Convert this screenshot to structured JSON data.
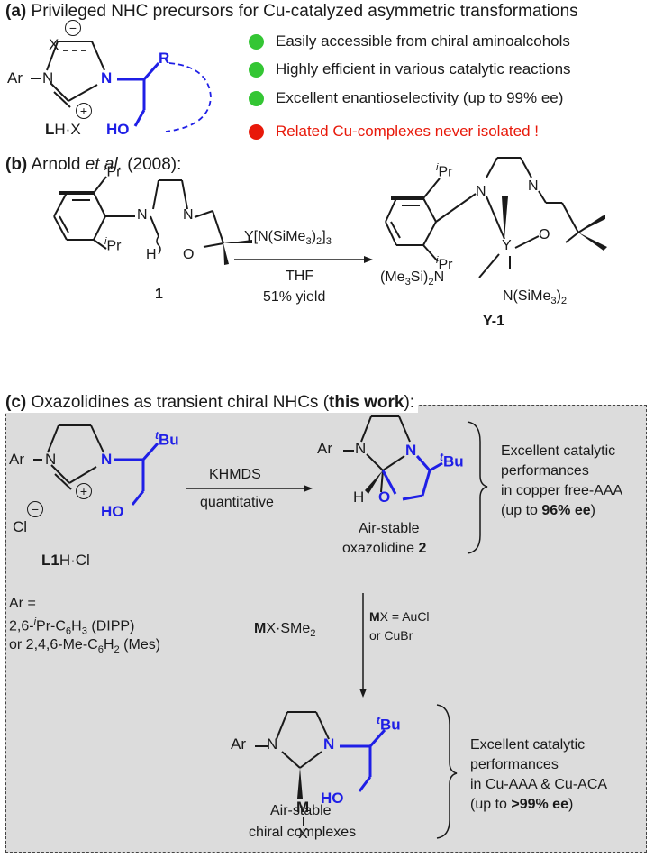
{
  "panel_a": {
    "header_letter": "(a)",
    "header_text": "Privileged NHC precursors for Cu-catalyzed asymmetric transformations",
    "anion": "X",
    "anion_charge": "−",
    "ar": "Ar",
    "n1": "N",
    "n2": "N",
    "cation_charge": "+",
    "r_group": "R",
    "ho": "HO",
    "compound_bold": "L",
    "compound_rest": "H·X",
    "bullets": [
      {
        "text": "Easily accessible from chiral aminoalcohols",
        "color": "#34c634"
      },
      {
        "text": "Highly efficient in various catalytic reactions",
        "color": "#34c634"
      },
      {
        "text": "Excellent enantioselectivity (up to 99% ee)",
        "color": "#34c634"
      },
      {
        "text": "Related Cu-complexes never isolated !",
        "color": "#e8190a"
      }
    ]
  },
  "panel_b": {
    "header_letter": "(b)",
    "header_author": "Arnold",
    "header_etal": "et al.",
    "header_year": "(2008):",
    "ipr_sup": "i",
    "ipr": "Pr",
    "n": "N",
    "h": "H",
    "o": "O",
    "reagent": "Y[N(SiMe3)2]3",
    "solvent": "THF",
    "yield": "51% yield",
    "compound1": "1",
    "product": "Y-1",
    "y": "Y",
    "amide_left": "(Me3Si)2N",
    "amide_bottom": "N(SiMe3)2"
  },
  "panel_c": {
    "header_letter": "(c)",
    "header_text": "Oxazolidines as transient chiral NHCs (",
    "header_bold": "this work",
    "header_end": "):",
    "ar": "Ar",
    "n": "N",
    "tbu_sup": "t",
    "tbu": "Bu",
    "cl": "Cl",
    "minus": "−",
    "plus": "+",
    "ho": "HO",
    "reagent": "KHMDS",
    "reagent_sub": "quantitative",
    "h": "H",
    "o": "O",
    "compound_bold": "L1",
    "compound_rest": "H·Cl",
    "ar_def": "Ar =",
    "ar_opt1": "2,6-iPr-C6H3 (DIPP)",
    "ar_opt2": "or 2,4,6-Me-C6H2 (Mes)",
    "oxazolidine_line1": "Air-stable",
    "oxazolidine_line2": "oxazolidine",
    "oxazolidine_num": "2",
    "perf1_l1": "Excellent catalytic",
    "perf1_l2": "performances",
    "perf1_l3": "in copper free-AAA",
    "perf1_l4_pre": "(up to ",
    "perf1_l4_bold": "96% ee",
    "perf1_l4_post": ")",
    "mx_reagent": "MX·SMe2",
    "mx_def1": "MX = AuCl",
    "mx_def2": "or CuBr",
    "m": "M",
    "x": "X",
    "complex_l1": "Air-stable",
    "complex_l2": "chiral complexes",
    "perf2_l1": "Excellent catalytic",
    "perf2_l2": "performances",
    "perf2_l3": "in Cu-AAA & Cu-ACA",
    "perf2_l4_pre": "(up to ",
    "perf2_l4_bold": ">99% ee",
    "perf2_l4_post": ")"
  }
}
